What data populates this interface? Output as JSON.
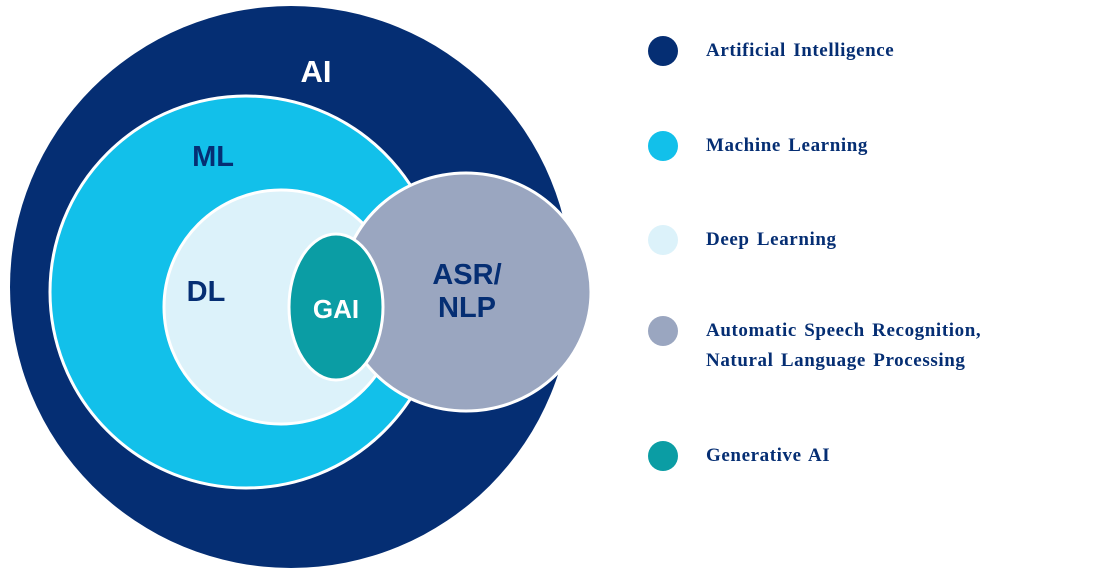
{
  "diagram": {
    "labels": {
      "ai": "AI",
      "ml": "ML",
      "dl": "DL",
      "gai": "GAI",
      "asr_line1": "ASR/",
      "asr_line2": "NLP"
    },
    "colors": {
      "ai": "#052e73",
      "ml": "#12c0ea",
      "dl": "#dcf2fa",
      "asr_nlp": "#9aa6c0",
      "gai": "#0b9da4",
      "label_navy": "#052e73",
      "label_white": "#ffffff"
    }
  },
  "legend": {
    "items": [
      {
        "id": "artificial-intelligence",
        "label": "Artificial Intelligence",
        "color": "#052e73"
      },
      {
        "id": "machine-learning",
        "label": "Machine Learning",
        "color": "#12c0ea"
      },
      {
        "id": "deep-learning",
        "label": "Deep Learning",
        "color": "#dcf2fa"
      },
      {
        "id": "asr-nlp",
        "lines": [
          "Automatic Speech Recognition,",
          "Natural Language Processing"
        ],
        "color": "#9aa6c0"
      },
      {
        "id": "generative-ai",
        "label": "Generative AI",
        "color": "#0b9da4"
      }
    ]
  }
}
